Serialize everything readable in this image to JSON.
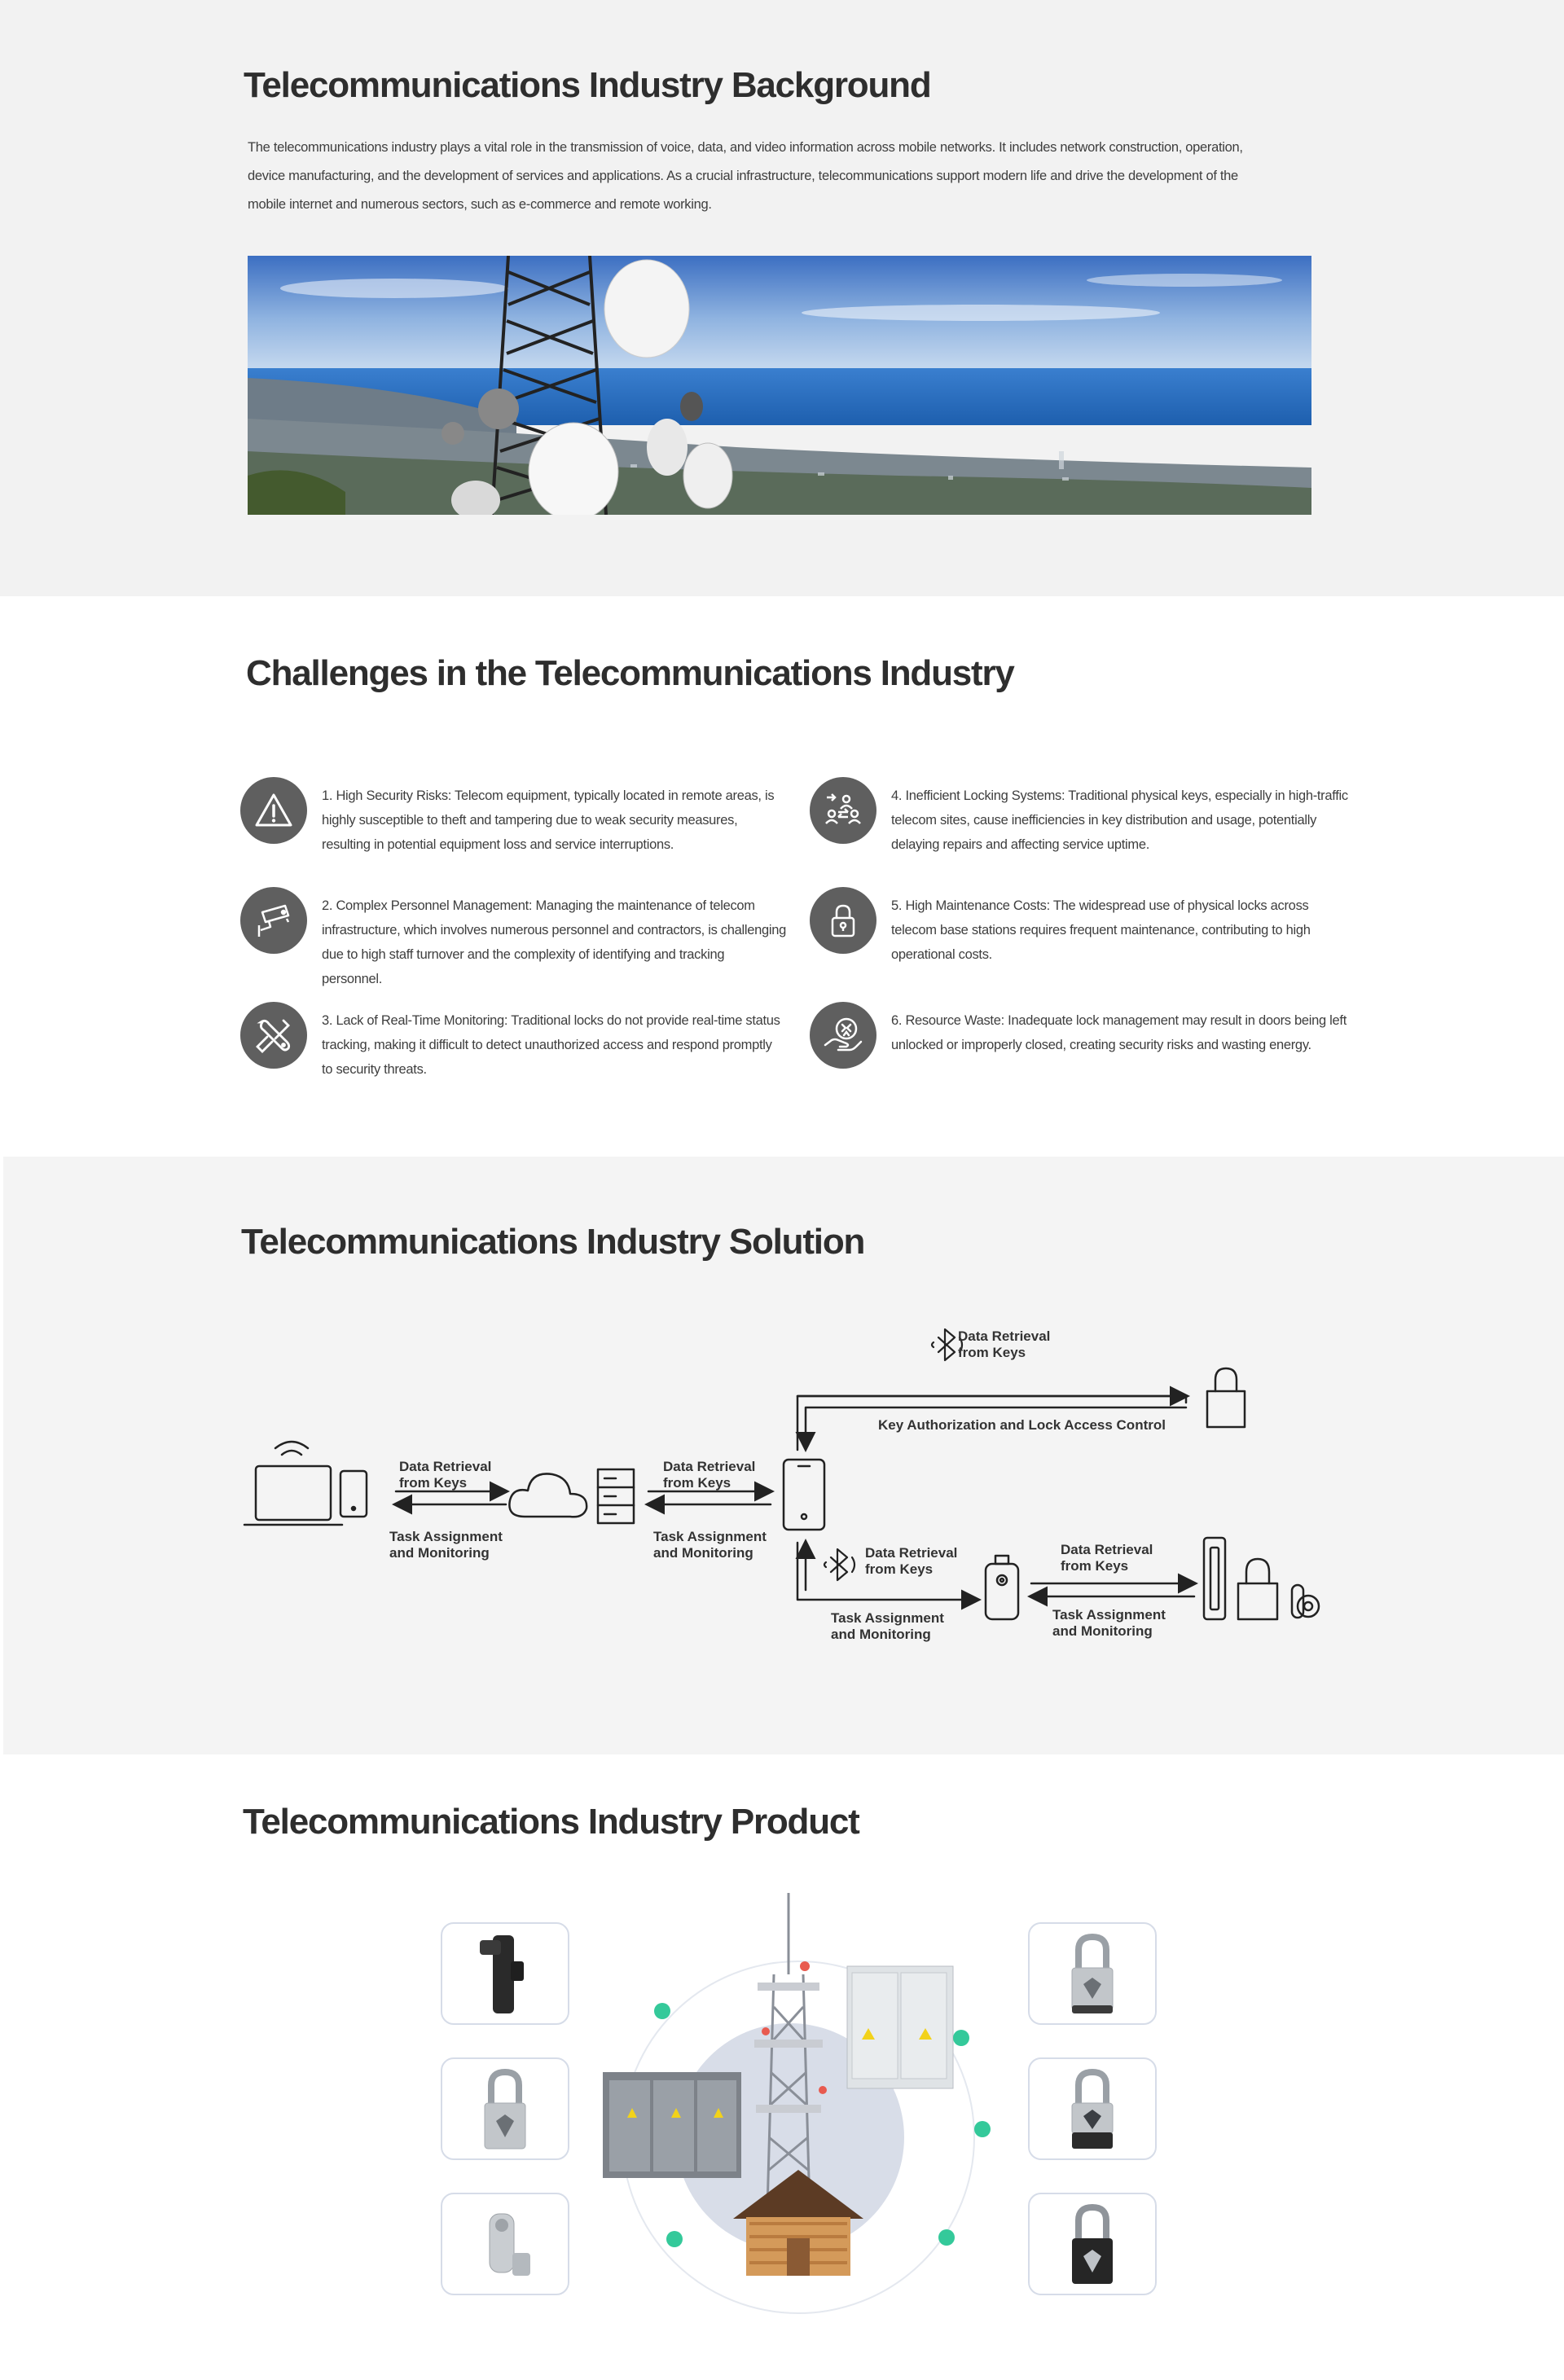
{
  "background": {
    "title": "Telecommunications Industry Background",
    "text": "The telecommunications industry plays a vital role in the transmission of voice, data, and video information across mobile networks. It includes network construction, operation, device manufacturing, and the development of services and applications. As a crucial infrastructure, telecommunications support modern life and drive the development of the mobile internet and numerous sectors, such as e-commerce and remote working."
  },
  "challenges": {
    "title": "Challenges in the Telecommunications Industry",
    "items": [
      {
        "icon": "warning-icon",
        "text": "1. High Security Risks: Telecom equipment, typically located in remote areas, is highly susceptible to theft and tampering due to weak security measures, resulting in potential equipment loss and service interruptions."
      },
      {
        "icon": "key-exchange-icon",
        "text": "4. Inefficient Locking Systems: Traditional physical keys, especially in high-traffic telecom sites, cause inefficiencies in key distribution and usage, potentially delaying repairs and affecting service uptime."
      },
      {
        "icon": "camera-icon",
        "text": "2. Complex Personnel Management: Managing the maintenance of telecom infrastructure, which involves numerous personnel and contractors, is challenging due to high staff turnover and the complexity of identifying and tracking personnel."
      },
      {
        "icon": "padlock-icon",
        "text": "5. High Maintenance Costs: The widespread use of physical locks across telecom base stations requires frequent maintenance, contributing to high operational costs."
      },
      {
        "icon": "tools-icon",
        "text": "3. Lack of Real-Time Monitoring: Traditional locks do not provide real-time status tracking, making it difficult to detect unauthorized access and respond promptly to security threats."
      },
      {
        "icon": "resource-hand-icon",
        "text": "6. Resource Waste: Inadequate lock management may result in doors being left unlocked or improperly closed, creating security risks and wasting energy."
      }
    ]
  },
  "solution": {
    "title": "Telecommunications Industry Solution",
    "labels": {
      "retrieval_1": [
        "Data Retrieval",
        "from Keys"
      ],
      "task_1": [
        "Task Assignment",
        "and Monitoring"
      ],
      "retrieval_2": [
        "Data Retrieval",
        "from Keys"
      ],
      "task_2": [
        "Task Assignment",
        "and Monitoring"
      ],
      "retrieval_top": [
        "Data Retrieval",
        "from Keys"
      ],
      "key_auth": "Key Authorization and Lock Access Control",
      "retrieval_bt": [
        "Data Retrieval",
        "from Keys"
      ],
      "task_3": [
        "Task Assignment",
        "and Monitoring"
      ],
      "retrieval_4": [
        "Data Retrieval",
        "from Keys"
      ],
      "task_4": [
        "Task Assignment",
        "and Monitoring"
      ]
    }
  },
  "product": {
    "title": "Telecommunications Industry Product",
    "left_products": [
      "handle-lock-icon",
      "padlock-icon",
      "cam-lock-icon"
    ],
    "right_products": [
      "padlock-silver-icon",
      "padlock-black-base-icon",
      "padlock-black-icon"
    ],
    "accent": "#34c99a"
  }
}
